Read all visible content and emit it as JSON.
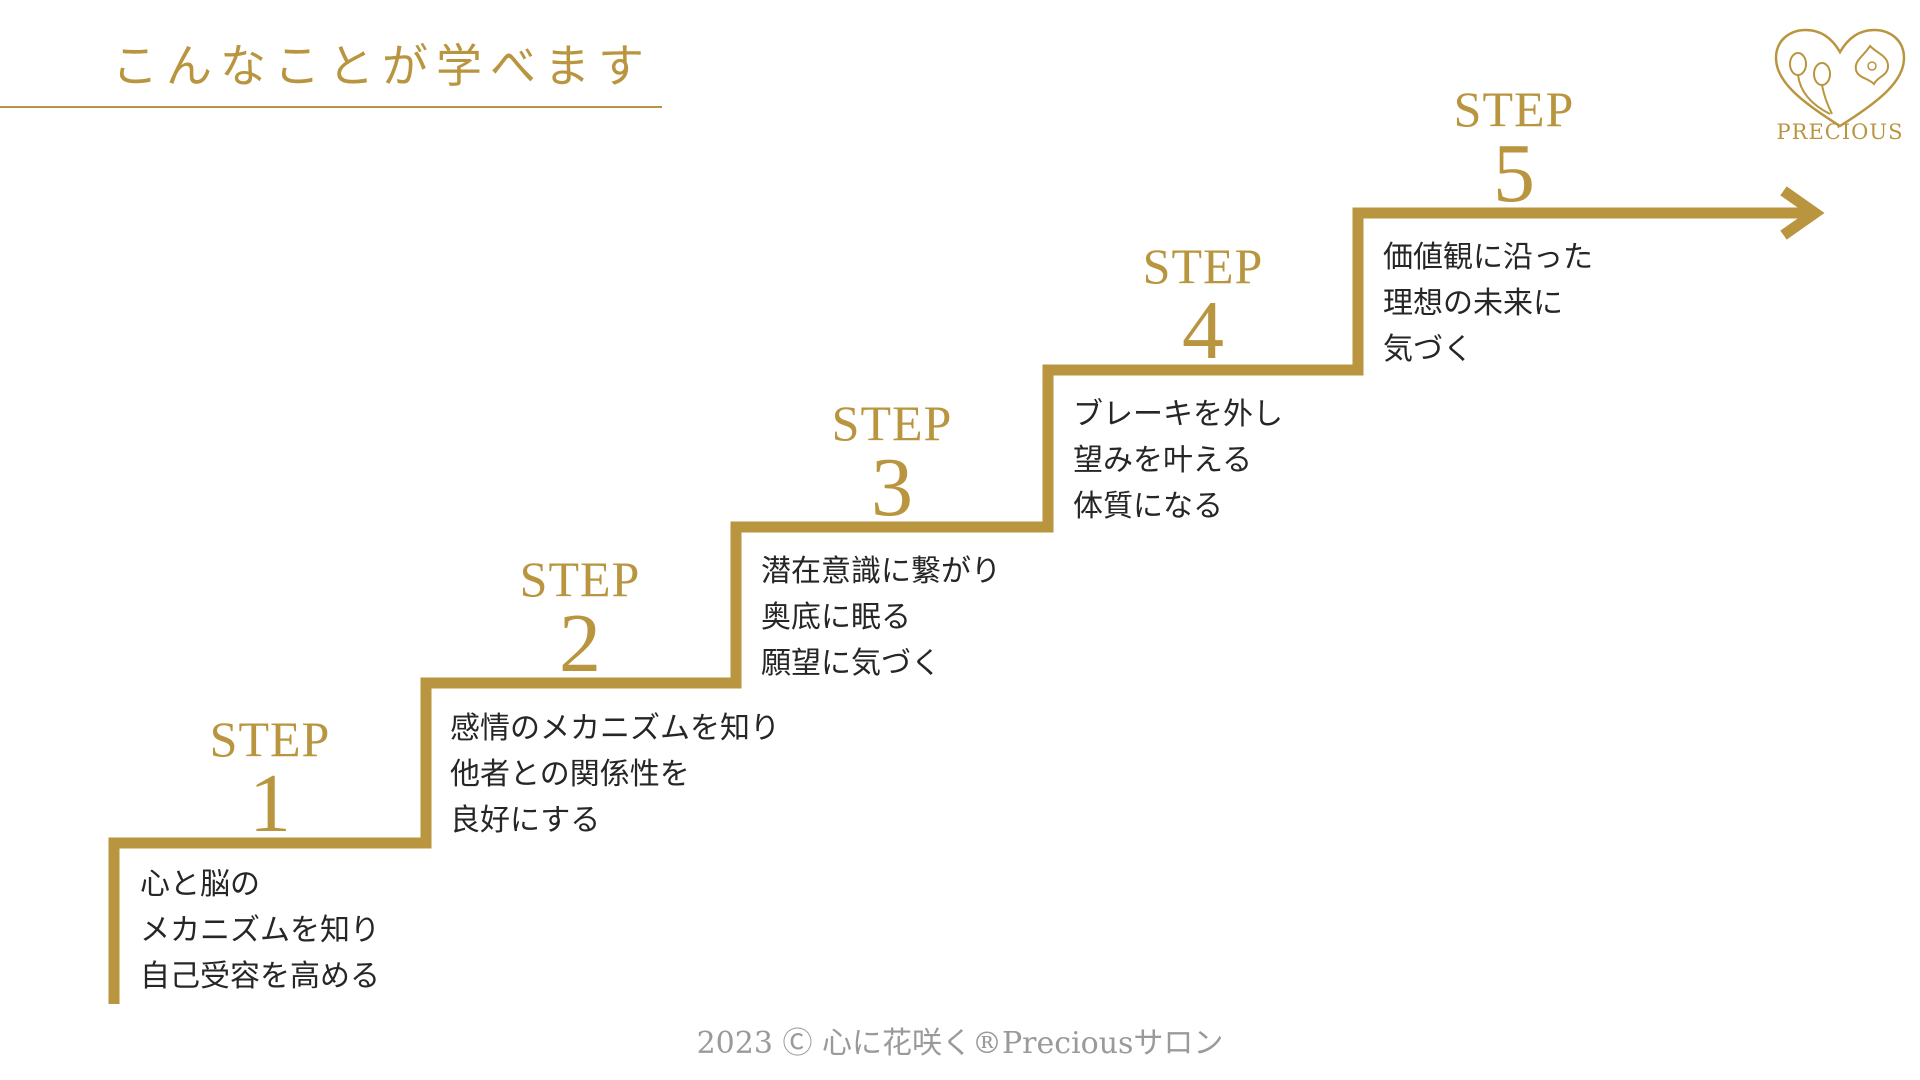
{
  "header": {
    "title": "こんなことが学べます"
  },
  "logo": {
    "text": "PRECIOUS"
  },
  "colors": {
    "accent": "#b9953f",
    "text": "#262626",
    "footer": "#9a9a9a"
  },
  "steps": [
    {
      "word": "STEP",
      "number": "1",
      "lines": [
        "心と脳の",
        "メカニズムを知り",
        "自己受容を高める"
      ]
    },
    {
      "word": "STEP",
      "number": "2",
      "lines": [
        "感情のメカニズムを知り",
        "他者との関係性を",
        "良好にする"
      ]
    },
    {
      "word": "STEP",
      "number": "3",
      "lines": [
        "潜在意識に繋がり",
        "奥底に眠る",
        "願望に気づく"
      ]
    },
    {
      "word": "STEP",
      "number": "4",
      "lines": [
        "ブレーキを外し",
        "望みを叶える",
        "体質になる"
      ]
    },
    {
      "word": "STEP",
      "number": "5",
      "lines": [
        "価値観に沿った",
        "理想の未来に",
        "気づく"
      ]
    }
  ],
  "footer": {
    "text": "2023 Ⓒ 心に花咲く®Preciousサロン"
  }
}
